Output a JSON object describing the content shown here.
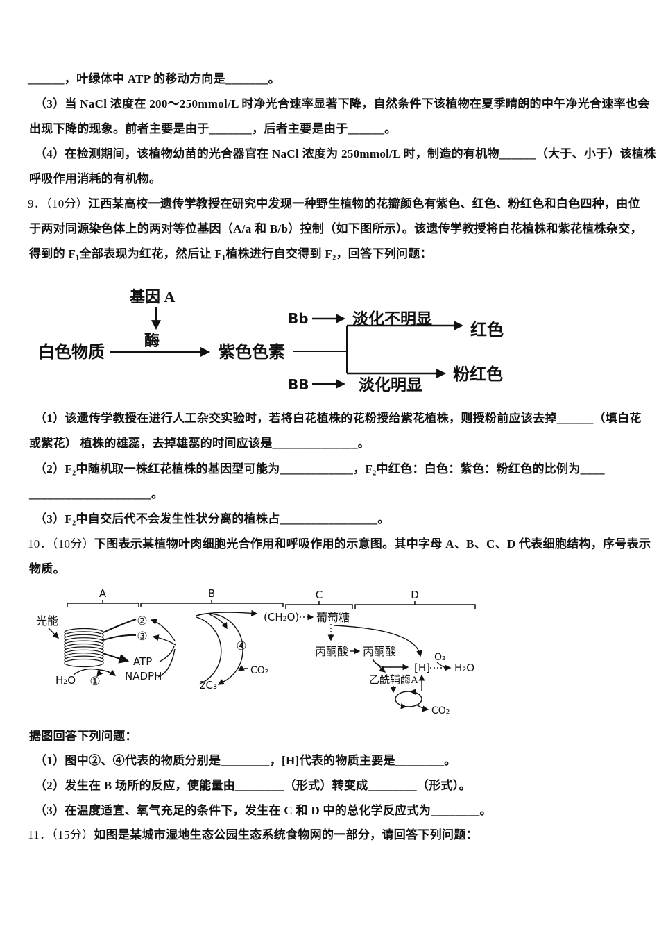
{
  "lines": [
    {
      "prefix": "",
      "text": "______，叶绿体中 ATP 的移动方向是_______。"
    },
    {
      "prefix": "",
      "text": "（3）当 NaCl 浓度在 200～250mmol/L 时净光合速率显著下降，自然条件下该植物在夏季晴朗的中午净光合速率也会"
    },
    {
      "prefix": "",
      "text": "出现下降的现象。前者主要是由于_______，后者主要是由于______。"
    },
    {
      "prefix": "",
      "text": "（4）在检测期间，该植物幼苗的光合器官在 NaCl 浓度为 250mmol/L 时，制造的有机物______（大于、小于）该植株"
    },
    {
      "prefix": "",
      "text": "呼吸作用消耗的有机物。"
    },
    {
      "prefix": "9．（10分）",
      "text": "江西某高校一遗传学教授在研究中发现一种野生植物的花瓣颜色有紫色、红色、粉红色和白色四种，由位"
    },
    {
      "prefix": "",
      "text": "于两对同源染色体上的两对等位基因（A/a 和 B/b）控制（如下图所示）。该遗传学教授将白花植株和紫花植株杂交，"
    },
    {
      "prefix": "",
      "text": "得到的 F₁全部表现为红花，然后让 F₁植株进行自交得到 F₂，回答下列问题："
    },
    {
      "prefix": "",
      "text": "（1）该遗传学教授在进行人工杂交实验时，若将白花植株的花粉授给紫花植株，则授粉前应该去掉______（填白花"
    },
    {
      "prefix": "",
      "text": "或紫花） 植株的雄蕊，去掉雄蕊的时间应该是______________。"
    },
    {
      "prefix": "",
      "text": "（2）F₂中随机取一株红花植株的基因型可能为____________，F₂中红色：白色：紫色：粉红色的比例为____"
    },
    {
      "prefix": "",
      "text": "____________________。"
    },
    {
      "prefix": "",
      "text": "（3）F₂中自交后代不会发生性状分离的植株占________________。"
    },
    {
      "prefix": "10．（10分）",
      "text": "下图表示某植物叶肉细胞光合作用和呼吸作用的示意图。其中字母 A、B、C、D 代表细胞结构，序号表示"
    },
    {
      "prefix": "",
      "text": "物质。"
    },
    {
      "prefix": "",
      "text": "据图回答下列问题："
    },
    {
      "prefix": "",
      "text": "（1）图中②、④代表的物质分别是________，[H]代表的物质主要是________。"
    },
    {
      "prefix": "",
      "text": "（2）发生在 B 场所的反应，使能量由________（形式）转变成________（形式）。"
    },
    {
      "prefix": "",
      "text": "（3）在温度适宜、氧气充足的条件下，发生在 C 和 D 中的总化学反应式为________。"
    },
    {
      "prefix": "11．（15分）",
      "text": "如图是某城市湿地生态公园生态系统食物网的一部分，请回答下列问题："
    }
  ],
  "diagram1": {
    "gene_a": "基因 A",
    "enzyme": "酶",
    "white_substance": "白色物质",
    "purple_pigment": "紫色色素",
    "bb_hetero": "Bb",
    "bb_homo": "BB",
    "fade_not_obvious": "淡化不明显",
    "fade_obvious": "淡化明显",
    "red": "红色",
    "pink": "粉红色"
  },
  "diagram2": {
    "bracket_a": "A",
    "bracket_b": "B",
    "bracket_c": "C",
    "bracket_d": "D",
    "light_energy": "光能",
    "h2o_in": "H₂O",
    "circle1": "①",
    "circle2": "②",
    "circle3": "③",
    "circle4": "④",
    "atp": "ATP",
    "nadph": "NADPH",
    "ch2o": "(CH₂O)",
    "glucose": "葡萄糖",
    "c3": "2C₃",
    "co2_in": "CO₂",
    "pyruvate_left": "丙酮酸",
    "pyruvate_right": "丙酮酸",
    "h_carrier": "[H]",
    "o2": "O₂",
    "h2o_out": "H₂O",
    "acetyl_coa": "乙酰辅酶A",
    "co2_out": "CO₂"
  }
}
